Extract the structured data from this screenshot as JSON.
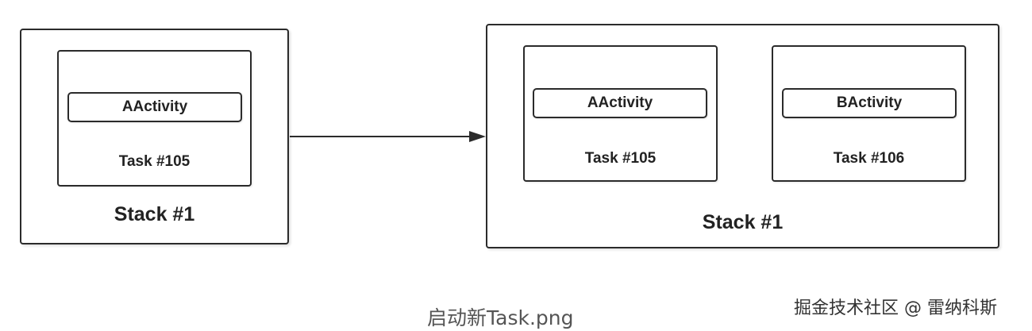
{
  "left_stack": {
    "label": "Stack #1",
    "task": {
      "label": "Task #105",
      "activity": "AActivity"
    }
  },
  "right_stack": {
    "label": "Stack #1",
    "tasks": [
      {
        "label": "Task #105",
        "activity": "AActivity"
      },
      {
        "label": "Task #106",
        "activity": "BActivity"
      }
    ]
  },
  "caption": "启动新Task.png",
  "watermark": "掘金技术社区 @ 雷纳科斯"
}
